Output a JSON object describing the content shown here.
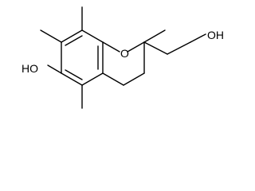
{
  "molecule": {
    "atoms": {
      "hydroxyl_left": "HO",
      "ring_oxygen": "O",
      "hydroxyl_right": "OH"
    },
    "colors": {
      "bond": "#000000",
      "text": "#000000",
      "background": "#ffffff"
    }
  }
}
